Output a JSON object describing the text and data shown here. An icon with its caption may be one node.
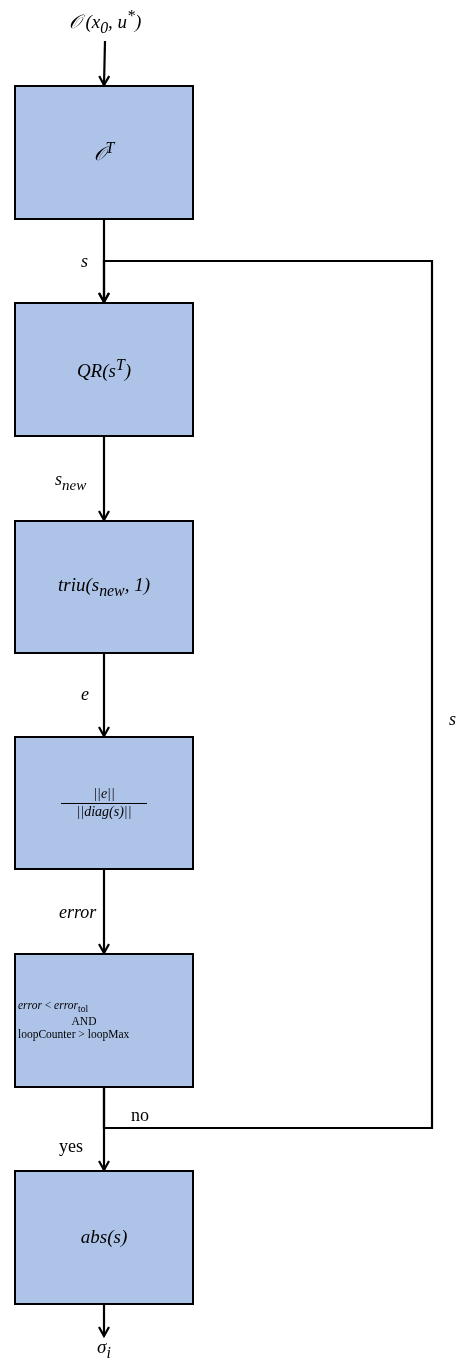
{
  "diagram": {
    "nodes": [
      {
        "text": [
          "𝒪 (x$_{0}$, u$^{*}$)"
        ]
      },
      {
        "text": [
          "𝒪$^{T}$"
        ]
      },
      {
        "text": [
          "QR(s$^{T}$)"
        ]
      },
      {
        "text": [
          "triu(s$_{new}$, 1)"
        ]
      },
      {
        "text": [
          "||e||",
          "||diag(s)||"
        ]
      },
      {
        "text": [
          "*error* < *error*$_{tol}$",
          "AND",
          "loopCounter > loopMax"
        ]
      },
      {
        "text": [
          "abs(s)"
        ]
      },
      {
        "text": [
          "σ$_{i}$"
        ]
      }
    ],
    "edges": [
      {
        "from": 0,
        "to": 1,
        "arrow": "to"
      },
      {
        "from": 1,
        "to": 2,
        "arrow": "to",
        "label": "s"
      },
      {
        "from": 2,
        "to": 3,
        "arrow": "to",
        "label": "s$_{new}$"
      },
      {
        "from": 3,
        "to": 4,
        "arrow": "to",
        "label": "e"
      },
      {
        "from": 4,
        "to": 5,
        "arrow": "to",
        "label": "error"
      },
      {
        "from": 5,
        "to": 6,
        "arrow": "to",
        "label": "yes"
      },
      {
        "from": 5,
        "to": 2,
        "arrow": "to",
        "label": "no"
      },
      {
        "from": 6,
        "to": 7,
        "arrow": "to"
      }
    ],
    "labels": [
      "s"
    ]
  }
}
